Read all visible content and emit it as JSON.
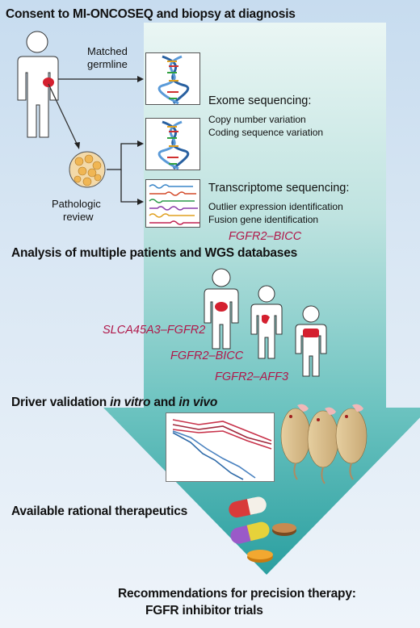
{
  "sections": {
    "consent": "Consent to MI-ONCOSEQ and biopsy at diagnosis",
    "analysis": "Analysis of multiple patients and WGS databases",
    "driver_prefix": "Driver validation ",
    "driver_invitro": "in vitro",
    "driver_and": " and ",
    "driver_invivo": "in vivo",
    "therapeutics": "Available rational therapeutics",
    "recommend_line1": "Recommendations for precision therapy:",
    "recommend_line2": "FGFR inhibitor trials"
  },
  "labels": {
    "matched": "Matched",
    "germline": "germline",
    "pathologic": "Pathologic",
    "review": "review",
    "exome_title": "Exome sequencing:",
    "exome_items": [
      "Copy number variation",
      "Coding sequence variation"
    ],
    "transcriptome_title": "Transcriptome sequencing:",
    "transcriptome_items": [
      "Outlier expression identification",
      "Fusion gene identification"
    ]
  },
  "fusions": {
    "f1": "FGFR2–BICC",
    "f2": "SLCA45A3–FGFR2",
    "f3": "FGFR2–BICC",
    "f4": "FGFR2–AFF3"
  },
  "colors": {
    "arrow_top": "#e6f4f1",
    "arrow_bottom": "#2fa7a6",
    "fusion_text": "#b0184a",
    "organ_red": "#d4202f"
  }
}
